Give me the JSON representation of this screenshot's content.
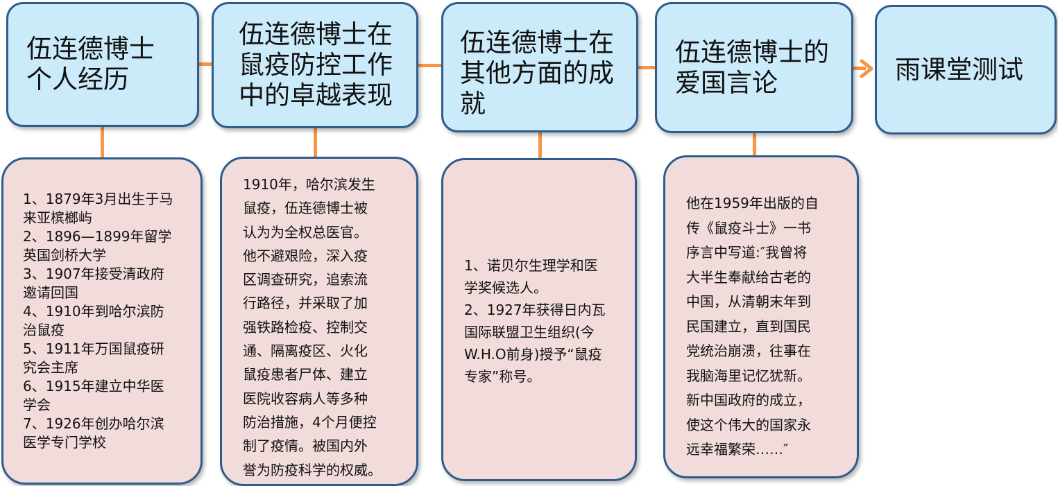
{
  "headers": [
    "伍连德博士\n个人经历",
    "伍连德博士在\n鼠疫防控工作\n中的卓越表现",
    "伍连德博士在\n其他方面的成\n就",
    "伍连德博士的\n爱国言论",
    "雨课堂测试"
  ],
  "details": {
    "box1": [
      "1、1879年3月出生于马\n来亚槟榔屿",
      "2、1896—1899年留学\n英国剑桥大学",
      "3、1907年接受清政府\n邀请回国",
      "4、1910年到哈尔滨防\n治鼠疫",
      "5、1911年万国鼠疫研\n究会主席",
      "6、1915年建立中华医\n学会",
      "7、1926年创办哈尔滨\n医学专门学校"
    ],
    "box2": "1910年，哈尔滨发生\n鼠疫，伍连德博士被\n认为为全权总医官。\n他不避艰险，深入疫\n区调查研究，追索流\n行路径，并采取了加\n强铁路检疫、控制交\n通、隔离疫区、火化\n鼠疫患者尸体、建立\n医院收容病人等多种\n防治措施，4个月便控\n制了疫情。被国内外\n誉为防疫科学的权威。",
    "box3": [
      "1、诺贝尔生理学和医\n学奖候选人。",
      "2、1927年获得日内瓦\n国际联盟卫生组织(今\nW.H.O前身)授予“鼠疫\n专家”称号。"
    ],
    "box4": "他在1959年出版的自\n传《鼠疫斗士》一书\n序言中写道:″我曾将\n大半生奉献给古老的\n中国，从清朝末年到\n民国建立，直到国民\n党统治崩溃，往事在\n我脑海里记忆犹新。\n新中国政府的成立，\n使这个伟大的国家永\n远幸福繁荣……″"
  },
  "colors": {
    "header_fill": "#ccebfa",
    "detail_fill": "#f2dcdb",
    "border": "#2e5c8c",
    "connector": "#f79646"
  }
}
